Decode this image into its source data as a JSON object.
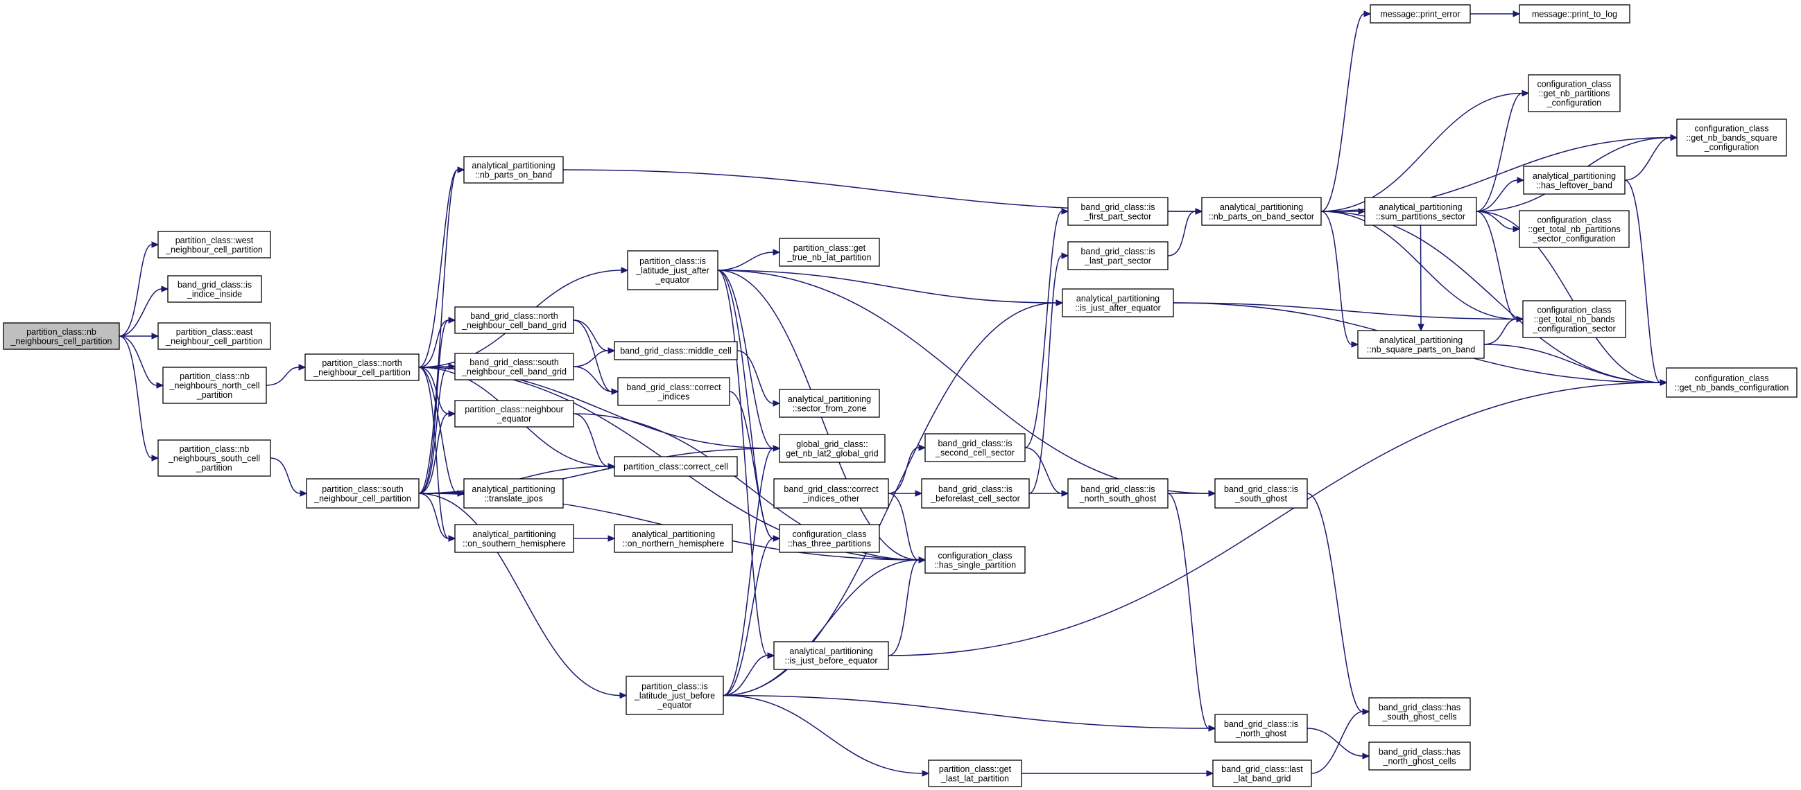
{
  "diagram": {
    "edge_color": "#191970",
    "root_fill": "#bfbfbf",
    "node_fill": "#ffffff",
    "nodes": [
      {
        "id": "root",
        "lines": [
          "partition_class::nb",
          "_neighbours_cell_partition"
        ],
        "root": true
      },
      {
        "id": "west",
        "lines": [
          "partition_class::west",
          "_neighbour_cell_partition"
        ]
      },
      {
        "id": "indice_inside",
        "lines": [
          "band_grid_class::is",
          "_indice_inside"
        ]
      },
      {
        "id": "east",
        "lines": [
          "partition_class::east",
          "_neighbour_cell_partition"
        ]
      },
      {
        "id": "nbnorth",
        "lines": [
          "partition_class::nb",
          "_neighbours_north_cell",
          "_partition"
        ]
      },
      {
        "id": "nbsouth",
        "lines": [
          "partition_class::nb",
          "_neighbours_south_cell",
          "_partition"
        ]
      },
      {
        "id": "northnb",
        "lines": [
          "partition_class::north",
          "_neighbour_cell_partition"
        ]
      },
      {
        "id": "southnb",
        "lines": [
          "partition_class::south",
          "_neighbour_cell_partition"
        ]
      },
      {
        "id": "nb_parts_on_band",
        "lines": [
          "analytical_partitioning",
          "::nb_parts_on_band"
        ]
      },
      {
        "id": "bg_north_nb",
        "lines": [
          "band_grid_class::north",
          "_neighbour_cell_band_grid"
        ]
      },
      {
        "id": "bg_south_nb",
        "lines": [
          "band_grid_class::south",
          "_neighbour_cell_band_grid"
        ]
      },
      {
        "id": "pc_nb_equator",
        "lines": [
          "partition_class::neighbour",
          "_equator"
        ]
      },
      {
        "id": "translate_jpos",
        "lines": [
          "analytical_partitioning",
          "::translate_jpos"
        ]
      },
      {
        "id": "on_southern",
        "lines": [
          "analytical_partitioning",
          "::on_southern_hemisphere"
        ]
      },
      {
        "id": "on_northern",
        "lines": [
          "analytical_partitioning",
          "::on_northern_hemisphere"
        ]
      },
      {
        "id": "middle_cell",
        "lines": [
          "band_grid_class::middle_cell"
        ]
      },
      {
        "id": "correct_indices",
        "lines": [
          "band_grid_class::correct",
          "_indices"
        ]
      },
      {
        "id": "correct_cell",
        "lines": [
          "partition_class::correct_cell"
        ]
      },
      {
        "id": "lat_just_after",
        "lines": [
          "partition_class::is",
          "_latitude_just_after",
          "_equator"
        ]
      },
      {
        "id": "get_true_nb_lat",
        "lines": [
          "partition_class::get",
          "_true_nb_lat_partition"
        ]
      },
      {
        "id": "sector_from_zone",
        "lines": [
          "analytical_partitioning",
          "::sector_from_zone"
        ]
      },
      {
        "id": "get_nb_lat2",
        "lines": [
          "global_grid_class::",
          "get_nb_lat2_global_grid"
        ]
      },
      {
        "id": "correct_indices_other",
        "lines": [
          "band_grid_class::correct",
          "_indices_other"
        ]
      },
      {
        "id": "has_three",
        "lines": [
          "configuration_class",
          "::has_three_partitions"
        ]
      },
      {
        "id": "has_single",
        "lines": [
          "configuration_class",
          "::has_single_partition"
        ]
      },
      {
        "id": "is_just_before",
        "lines": [
          "analytical_partitioning",
          "::is_just_before_equator"
        ]
      },
      {
        "id": "lat_just_before",
        "lines": [
          "partition_class::is",
          "_latitude_just_before",
          "_equator"
        ]
      },
      {
        "id": "second_cell_sector",
        "lines": [
          "band_grid_class::is",
          "_second_cell_sector"
        ]
      },
      {
        "id": "beforelast_cell_sector",
        "lines": [
          "band_grid_class::is",
          "_beforelast_cell_sector"
        ]
      },
      {
        "id": "get_last_lat",
        "lines": [
          "partition_class::get",
          "_last_lat_partition"
        ]
      },
      {
        "id": "first_part_sector",
        "lines": [
          "band_grid_class::is",
          "_first_part_sector"
        ]
      },
      {
        "id": "last_part_sector",
        "lines": [
          "band_grid_class::is",
          "_last_part_sector"
        ]
      },
      {
        "id": "is_just_after",
        "lines": [
          "analytical_partitioning",
          "::is_just_after_equator"
        ]
      },
      {
        "id": "north_south_ghost",
        "lines": [
          "band_grid_class::is",
          "_north_south_ghost"
        ]
      },
      {
        "id": "south_ghost",
        "lines": [
          "band_grid_class::is",
          "_south_ghost"
        ]
      },
      {
        "id": "north_ghost",
        "lines": [
          "band_grid_class::is",
          "_north_ghost"
        ]
      },
      {
        "id": "last_lat_band_grid",
        "lines": [
          "band_grid_class::last",
          "_lat_band_grid"
        ]
      },
      {
        "id": "nb_parts_on_band_sector",
        "lines": [
          "analytical_partitioning",
          "::nb_parts_on_band_sector"
        ]
      },
      {
        "id": "print_error",
        "lines": [
          "message::print_error"
        ]
      },
      {
        "id": "print_to_log",
        "lines": [
          "message::print_to_log"
        ]
      },
      {
        "id": "sum_partitions_sector",
        "lines": [
          "analytical_partitioning",
          "::sum_partitions_sector"
        ]
      },
      {
        "id": "nb_square_parts",
        "lines": [
          "analytical_partitioning",
          "::nb_square_parts_on_band"
        ]
      },
      {
        "id": "has_south_ghost_cells",
        "lines": [
          "band_grid_class::has",
          "_south_ghost_cells"
        ]
      },
      {
        "id": "has_north_ghost_cells",
        "lines": [
          "band_grid_class::has",
          "_north_ghost_cells"
        ]
      },
      {
        "id": "get_nb_partitions",
        "lines": [
          "configuration_class",
          "::get_nb_partitions",
          "_configuration"
        ]
      },
      {
        "id": "has_leftover_band",
        "lines": [
          "analytical_partitioning",
          "::has_leftover_band"
        ]
      },
      {
        "id": "get_total_nb_partitions",
        "lines": [
          "configuration_class",
          "::get_total_nb_partitions",
          "_sector_configuration"
        ]
      },
      {
        "id": "get_total_nb_bands",
        "lines": [
          "configuration_class",
          "::get_total_nb_bands",
          "_configuration_sector"
        ]
      },
      {
        "id": "get_nb_bands_square",
        "lines": [
          "configuration_class",
          "::get_nb_bands_square",
          "_configuration"
        ]
      },
      {
        "id": "get_nb_bands_configuration",
        "lines": [
          "configuration_class",
          "::get_nb_bands_configuration"
        ]
      }
    ],
    "edges": [
      [
        "root",
        "west"
      ],
      [
        "root",
        "indice_inside"
      ],
      [
        "root",
        "east"
      ],
      [
        "root",
        "nbnorth"
      ],
      [
        "root",
        "nbsouth"
      ],
      [
        "nbnorth",
        "northnb"
      ],
      [
        "nbsouth",
        "southnb"
      ],
      [
        "northnb",
        "nb_parts_on_band"
      ],
      [
        "northnb",
        "bg_north_nb"
      ],
      [
        "northnb",
        "bg_south_nb"
      ],
      [
        "northnb",
        "pc_nb_equator"
      ],
      [
        "northnb",
        "translate_jpos"
      ],
      [
        "northnb",
        "on_southern"
      ],
      [
        "northnb",
        "correct_cell"
      ],
      [
        "northnb",
        "lat_just_after"
      ],
      [
        "northnb",
        "get_nb_lat2"
      ],
      [
        "northnb",
        "has_single"
      ],
      [
        "southnb",
        "nb_parts_on_band"
      ],
      [
        "southnb",
        "bg_north_nb"
      ],
      [
        "southnb",
        "bg_south_nb"
      ],
      [
        "southnb",
        "pc_nb_equator"
      ],
      [
        "southnb",
        "translate_jpos"
      ],
      [
        "southnb",
        "on_southern"
      ],
      [
        "southnb",
        "correct_cell"
      ],
      [
        "southnb",
        "lat_just_before"
      ],
      [
        "southnb",
        "get_nb_lat2"
      ],
      [
        "southnb",
        "has_single"
      ],
      [
        "nb_parts_on_band",
        "nb_parts_on_band_sector"
      ],
      [
        "bg_north_nb",
        "middle_cell"
      ],
      [
        "bg_north_nb",
        "correct_indices"
      ],
      [
        "bg_south_nb",
        "middle_cell"
      ],
      [
        "bg_south_nb",
        "correct_indices"
      ],
      [
        "pc_nb_equator",
        "correct_cell"
      ],
      [
        "pc_nb_equator",
        "has_single"
      ],
      [
        "on_southern",
        "on_northern"
      ],
      [
        "middle_cell",
        "sector_from_zone"
      ],
      [
        "correct_indices",
        "has_three"
      ],
      [
        "lat_just_after",
        "get_true_nb_lat"
      ],
      [
        "lat_just_after",
        "is_just_after"
      ],
      [
        "lat_just_after",
        "get_nb_lat2"
      ],
      [
        "lat_just_after",
        "has_three"
      ],
      [
        "lat_just_after",
        "has_single"
      ],
      [
        "lat_just_after",
        "south_ghost"
      ],
      [
        "lat_just_after",
        "is_just_before"
      ],
      [
        "lat_just_before",
        "get_nb_lat2"
      ],
      [
        "lat_just_before",
        "has_three"
      ],
      [
        "lat_just_before",
        "has_single"
      ],
      [
        "lat_just_before",
        "is_just_before"
      ],
      [
        "lat_just_before",
        "is_just_after"
      ],
      [
        "lat_just_before",
        "north_ghost"
      ],
      [
        "lat_just_before",
        "get_last_lat"
      ],
      [
        "correct_indices_other",
        "second_cell_sector"
      ],
      [
        "correct_indices_other",
        "beforelast_cell_sector"
      ],
      [
        "correct_indices_other",
        "has_single"
      ],
      [
        "is_just_before",
        "has_single"
      ],
      [
        "is_just_before",
        "get_nb_bands_configuration"
      ],
      [
        "second_cell_sector",
        "first_part_sector"
      ],
      [
        "second_cell_sector",
        "north_south_ghost"
      ],
      [
        "beforelast_cell_sector",
        "last_part_sector"
      ],
      [
        "beforelast_cell_sector",
        "north_south_ghost"
      ],
      [
        "first_part_sector",
        "nb_parts_on_band_sector"
      ],
      [
        "last_part_sector",
        "nb_parts_on_band_sector"
      ],
      [
        "is_just_after",
        "get_total_nb_bands"
      ],
      [
        "is_just_after",
        "get_nb_bands_configuration"
      ],
      [
        "north_south_ghost",
        "south_ghost"
      ],
      [
        "north_south_ghost",
        "north_ghost"
      ],
      [
        "south_ghost",
        "has_south_ghost_cells"
      ],
      [
        "north_ghost",
        "has_north_ghost_cells"
      ],
      [
        "get_last_lat",
        "last_lat_band_grid"
      ],
      [
        "last_lat_band_grid",
        "has_south_ghost_cells"
      ],
      [
        "nb_parts_on_band_sector",
        "print_error"
      ],
      [
        "nb_parts_on_band_sector",
        "get_nb_bands_square"
      ],
      [
        "nb_parts_on_band_sector",
        "sum_partitions_sector"
      ],
      [
        "nb_parts_on_band_sector",
        "nb_square_parts"
      ],
      [
        "nb_parts_on_band_sector",
        "get_total_nb_bands"
      ],
      [
        "nb_parts_on_band_sector",
        "get_nb_bands_configuration"
      ],
      [
        "nb_parts_on_band_sector",
        "get_nb_partitions"
      ],
      [
        "print_error",
        "print_to_log"
      ],
      [
        "sum_partitions_sector",
        "get_nb_partitions"
      ],
      [
        "sum_partitions_sector",
        "get_nb_bands_square"
      ],
      [
        "sum_partitions_sector",
        "has_leftover_band"
      ],
      [
        "sum_partitions_sector",
        "get_total_nb_partitions"
      ],
      [
        "sum_partitions_sector",
        "get_total_nb_bands"
      ],
      [
        "sum_partitions_sector",
        "get_nb_bands_configuration"
      ],
      [
        "sum_partitions_sector",
        "nb_square_parts"
      ],
      [
        "nb_square_parts",
        "get_total_nb_bands"
      ],
      [
        "nb_square_parts",
        "get_nb_bands_configuration"
      ],
      [
        "has_leftover_band",
        "get_nb_bands_square"
      ],
      [
        "has_leftover_band",
        "get_nb_bands_configuration"
      ]
    ]
  }
}
